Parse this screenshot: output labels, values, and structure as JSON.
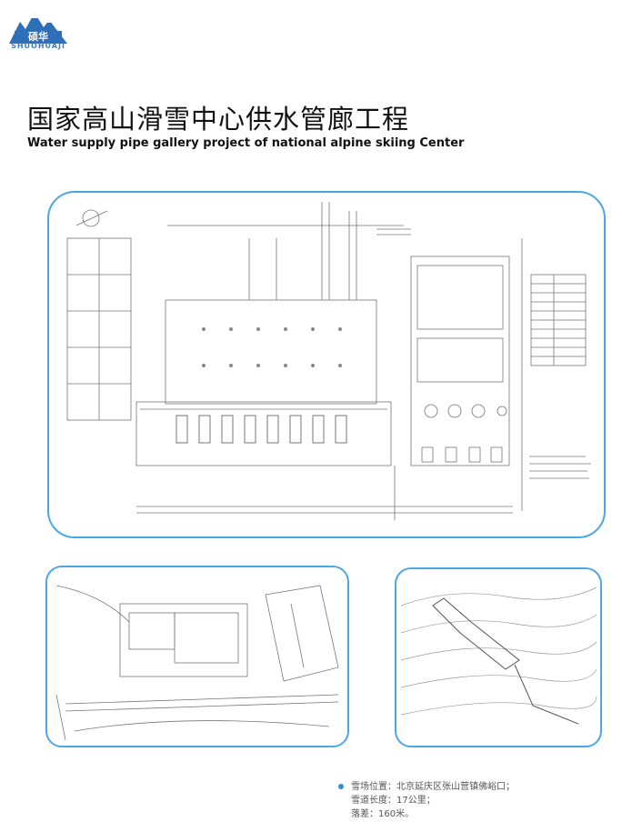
{
  "logo": {
    "icon": "mountain-logo-icon",
    "text": "SHUOHUAJI"
  },
  "title_cn": "国家高山滑雪中心供水管廊工程",
  "title_en": "Water supply pipe gallery project of national alpine skiing Center",
  "colors": {
    "frame_border": "#4aa8e6",
    "bullet": "#2f8fd8",
    "logo": "#2f6fb8"
  },
  "images": {
    "main_drawing": {
      "icon": "site-plan-drawing"
    },
    "left_drawing": {
      "icon": "site-layout-drawing"
    },
    "right_drawing": {
      "icon": "topographic-route-drawing"
    }
  },
  "info": {
    "bullet_icon": "bullet-dot-icon",
    "lines": [
      "雪场位置：北京延庆区张山营镇佛峪口；",
      "雪道长度：17公里；",
      "落差：160米。"
    ]
  }
}
